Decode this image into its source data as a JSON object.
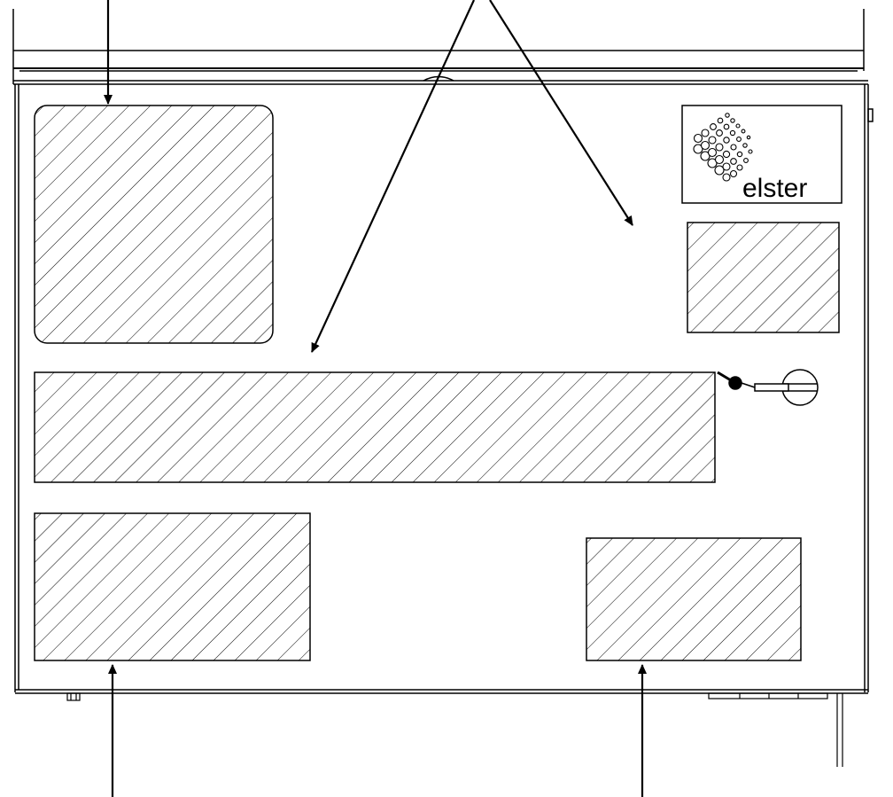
{
  "diagram": {
    "style": "line drawing, front view of enclosure with hatched label areas",
    "stroke_color": "#000000",
    "background_color": "#ffffff",
    "logo": {
      "text": "elster",
      "icon": "dot-grid-logo-icon"
    },
    "labeled_areas": [
      {
        "name": "hatched-area-top-left"
      },
      {
        "name": "hatched-area-top-right"
      },
      {
        "name": "hatched-area-middle-wide"
      },
      {
        "name": "hatched-area-bottom-left"
      },
      {
        "name": "hatched-area-bottom-right"
      }
    ],
    "arrow_count": 5
  }
}
